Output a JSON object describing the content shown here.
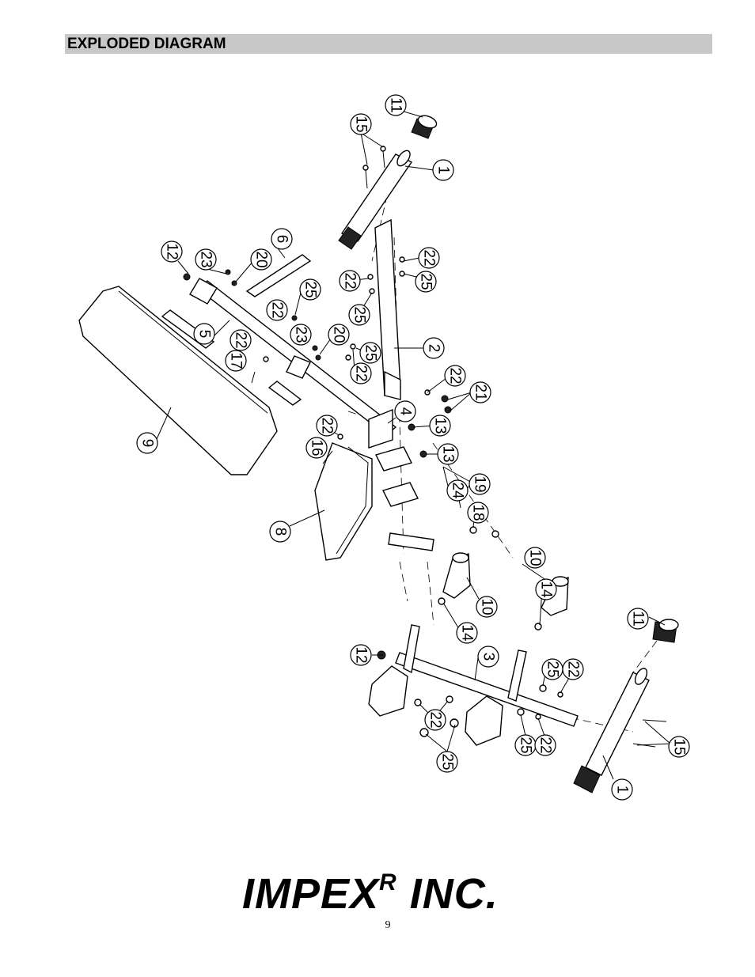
{
  "header": {
    "title": "EXPLODED DIAGRAM"
  },
  "brand": {
    "name": "IMPEX",
    "mark": "R",
    "suffix": " INC."
  },
  "page": {
    "number": "9"
  },
  "callouts": [
    {
      "label": "11"
    },
    {
      "label": "15"
    },
    {
      "label": "1"
    },
    {
      "label": "12"
    },
    {
      "label": "23"
    },
    {
      "label": "20"
    },
    {
      "label": "6"
    },
    {
      "label": "22"
    },
    {
      "label": "22"
    },
    {
      "label": "25"
    },
    {
      "label": "25"
    },
    {
      "label": "22"
    },
    {
      "label": "25"
    },
    {
      "label": "5"
    },
    {
      "label": "22"
    },
    {
      "label": "23"
    },
    {
      "label": "20"
    },
    {
      "label": "17"
    },
    {
      "label": "22"
    },
    {
      "label": "25"
    },
    {
      "label": "2"
    },
    {
      "label": "22"
    },
    {
      "label": "21"
    },
    {
      "label": "4"
    },
    {
      "label": "13"
    },
    {
      "label": "9"
    },
    {
      "label": "22"
    },
    {
      "label": "16"
    },
    {
      "label": "13"
    },
    {
      "label": "24"
    },
    {
      "label": "19"
    },
    {
      "label": "18"
    },
    {
      "label": "8"
    },
    {
      "label": "10"
    },
    {
      "label": "10"
    },
    {
      "label": "14"
    },
    {
      "label": "14"
    },
    {
      "label": "11"
    },
    {
      "label": "12"
    },
    {
      "label": "3"
    },
    {
      "label": "25"
    },
    {
      "label": "22"
    },
    {
      "label": "22"
    },
    {
      "label": "25"
    },
    {
      "label": "15"
    },
    {
      "label": "25"
    },
    {
      "label": "22"
    },
    {
      "label": "1"
    }
  ]
}
